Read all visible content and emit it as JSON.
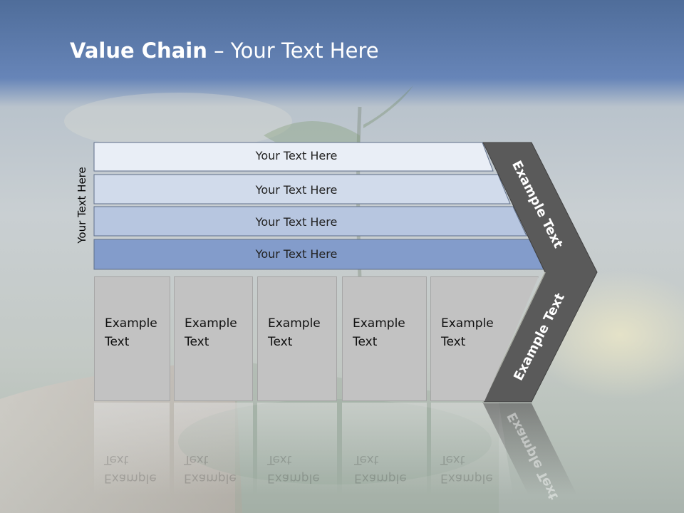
{
  "title": {
    "bold": "Value Chain",
    "rest": " – Your Text Here"
  },
  "side_label": "Your Text Here",
  "rows": [
    {
      "label": "Your Text Here",
      "color": "#e9eef6"
    },
    {
      "label": "Your Text Here",
      "color": "#d1dbeb"
    },
    {
      "label": "Your Text Here",
      "color": "#b7c6e0"
    },
    {
      "label": "Your Text Here",
      "color": "#839ccb"
    }
  ],
  "boxes": [
    {
      "line1": "Example",
      "line2": "Text"
    },
    {
      "line1": "Example",
      "line2": "Text"
    },
    {
      "line1": "Example",
      "line2": "Text"
    },
    {
      "line1": "Example",
      "line2": "Text"
    },
    {
      "line1": "Example",
      "line2": "Text"
    }
  ],
  "chevron": {
    "upper_label": "Example Text",
    "lower_label": "Example Text",
    "color": "#5a5a5a"
  }
}
